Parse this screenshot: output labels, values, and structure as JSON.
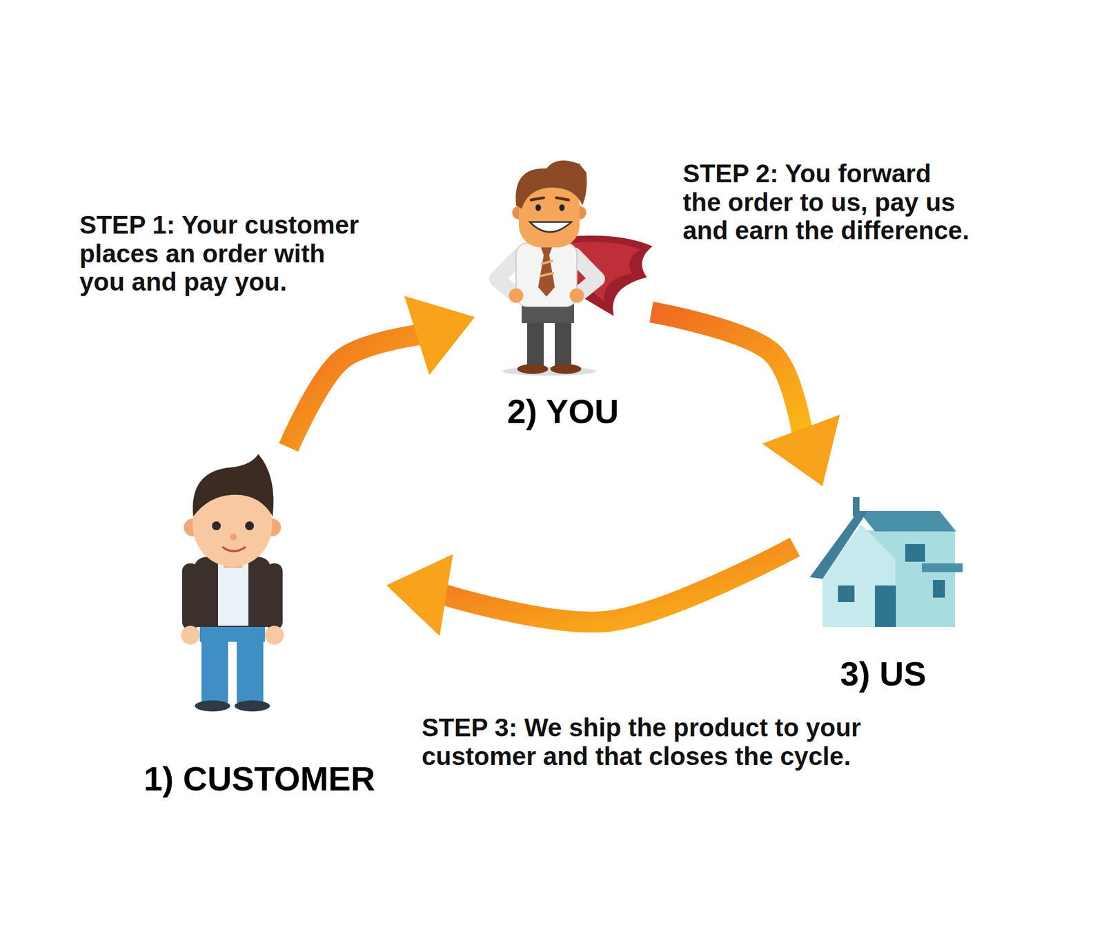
{
  "diagram": {
    "nodes": [
      {
        "text": [
          "1) CUSTOMER"
        ]
      },
      {
        "text": [
          "2) YOU"
        ]
      },
      {
        "text": [
          "3) US"
        ]
      }
    ],
    "edges": [
      {
        "from": 0,
        "to": 1,
        "arrow": "to",
        "label": "STEP 1: Your customer places an order with you and pay you."
      },
      {
        "from": 1,
        "to": 2,
        "arrow": "to",
        "label": "STEP 2: You forward the order to us, pay us and earn the difference."
      },
      {
        "from": 2,
        "to": 0,
        "arrow": "to",
        "label": "STEP 3: We ship the product to your customer and that closes the cycle."
      }
    ]
  }
}
